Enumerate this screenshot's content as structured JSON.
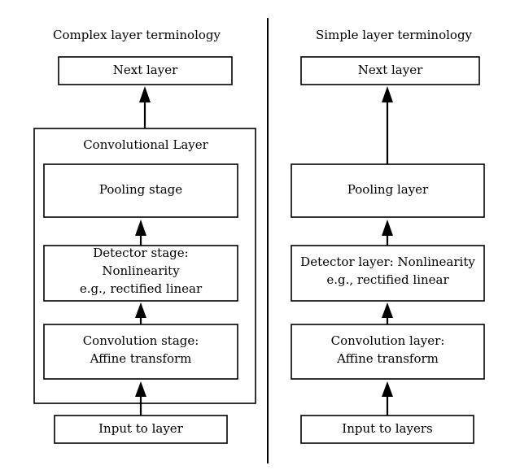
{
  "left": {
    "heading": "Complex layer terminology",
    "container_title": "Convolutional Layer",
    "next_layer": "Next layer",
    "pooling": "Pooling stage",
    "detector": [
      "Detector stage:",
      "Nonlinearity",
      "e.g., rectified linear"
    ],
    "convolution": [
      "Convolution stage:",
      "Affine transform"
    ],
    "input": "Input to layer"
  },
  "right": {
    "heading": "Simple layer terminology",
    "next_layer": "Next layer",
    "pooling": "Pooling layer",
    "detector": [
      "Detector layer: Nonlinearity",
      "e.g., rectified linear"
    ],
    "convolution": [
      "Convolution layer:",
      "Affine transform"
    ],
    "input": "Input to layers"
  }
}
